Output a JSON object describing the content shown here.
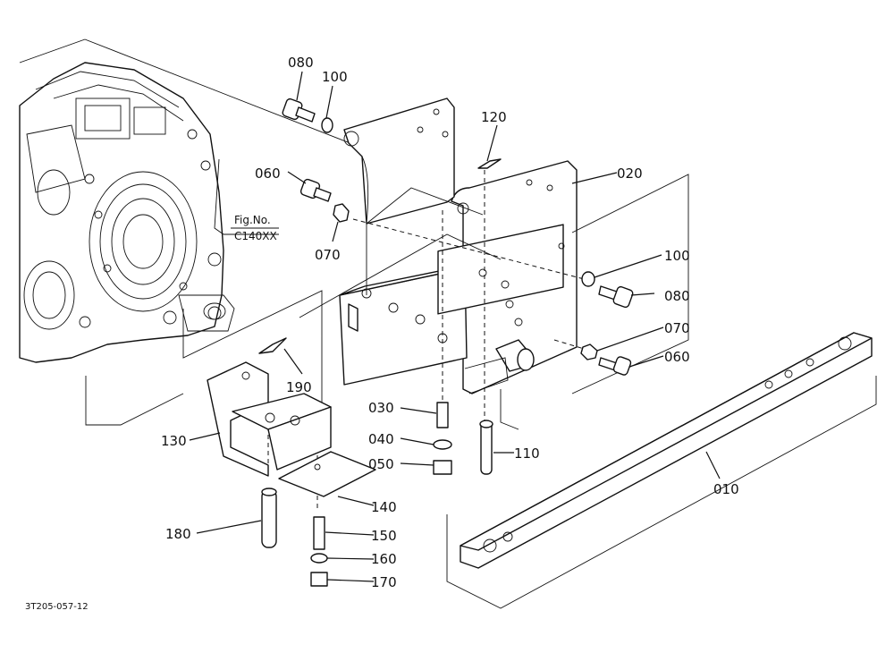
{
  "figure_ref": {
    "line1": "Fig.No.",
    "line2": "C140XX"
  },
  "drawing_code": "3T205-057-12",
  "callouts": [
    {
      "id": "c080a",
      "label": "080"
    },
    {
      "id": "c100a",
      "label": "100"
    },
    {
      "id": "c120",
      "label": "120"
    },
    {
      "id": "c060a",
      "label": "060"
    },
    {
      "id": "c020",
      "label": "020"
    },
    {
      "id": "c070a",
      "label": "070"
    },
    {
      "id": "c100b",
      "label": "100"
    },
    {
      "id": "c080b",
      "label": "080"
    },
    {
      "id": "c070b",
      "label": "070"
    },
    {
      "id": "c060b",
      "label": "060"
    },
    {
      "id": "c190",
      "label": "190"
    },
    {
      "id": "c030",
      "label": "030"
    },
    {
      "id": "c130",
      "label": "130"
    },
    {
      "id": "c040",
      "label": "040"
    },
    {
      "id": "c110",
      "label": "110"
    },
    {
      "id": "c050",
      "label": "050"
    },
    {
      "id": "c010",
      "label": "010"
    },
    {
      "id": "c140",
      "label": "140"
    },
    {
      "id": "c180",
      "label": "180"
    },
    {
      "id": "c150",
      "label": "150"
    },
    {
      "id": "c160",
      "label": "160"
    },
    {
      "id": "c170",
      "label": "170"
    }
  ]
}
